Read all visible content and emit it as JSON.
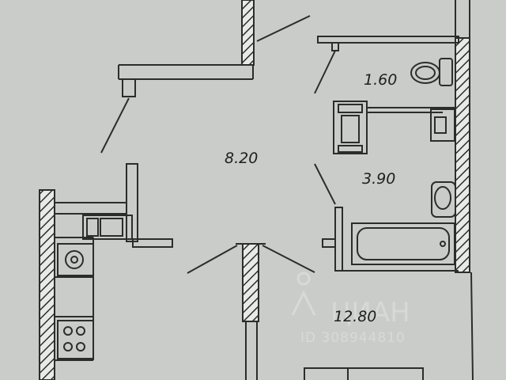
{
  "rooms": [
    {
      "id": "bathroom",
      "area": "1.60"
    },
    {
      "id": "hall",
      "area": "8.20"
    },
    {
      "id": "toilet-bath",
      "area": "3.90"
    },
    {
      "id": "living",
      "area": "12.80"
    }
  ],
  "watermark": {
    "brand": "ЦИАН",
    "id_text": "ID 308944810"
  },
  "colors": {
    "background": "#c9ccc9",
    "wall_stroke": "#2b2d2d",
    "hatch": "#2b2d2d",
    "line": "#2b2d2d",
    "watermark": "#e4e6e4"
  }
}
